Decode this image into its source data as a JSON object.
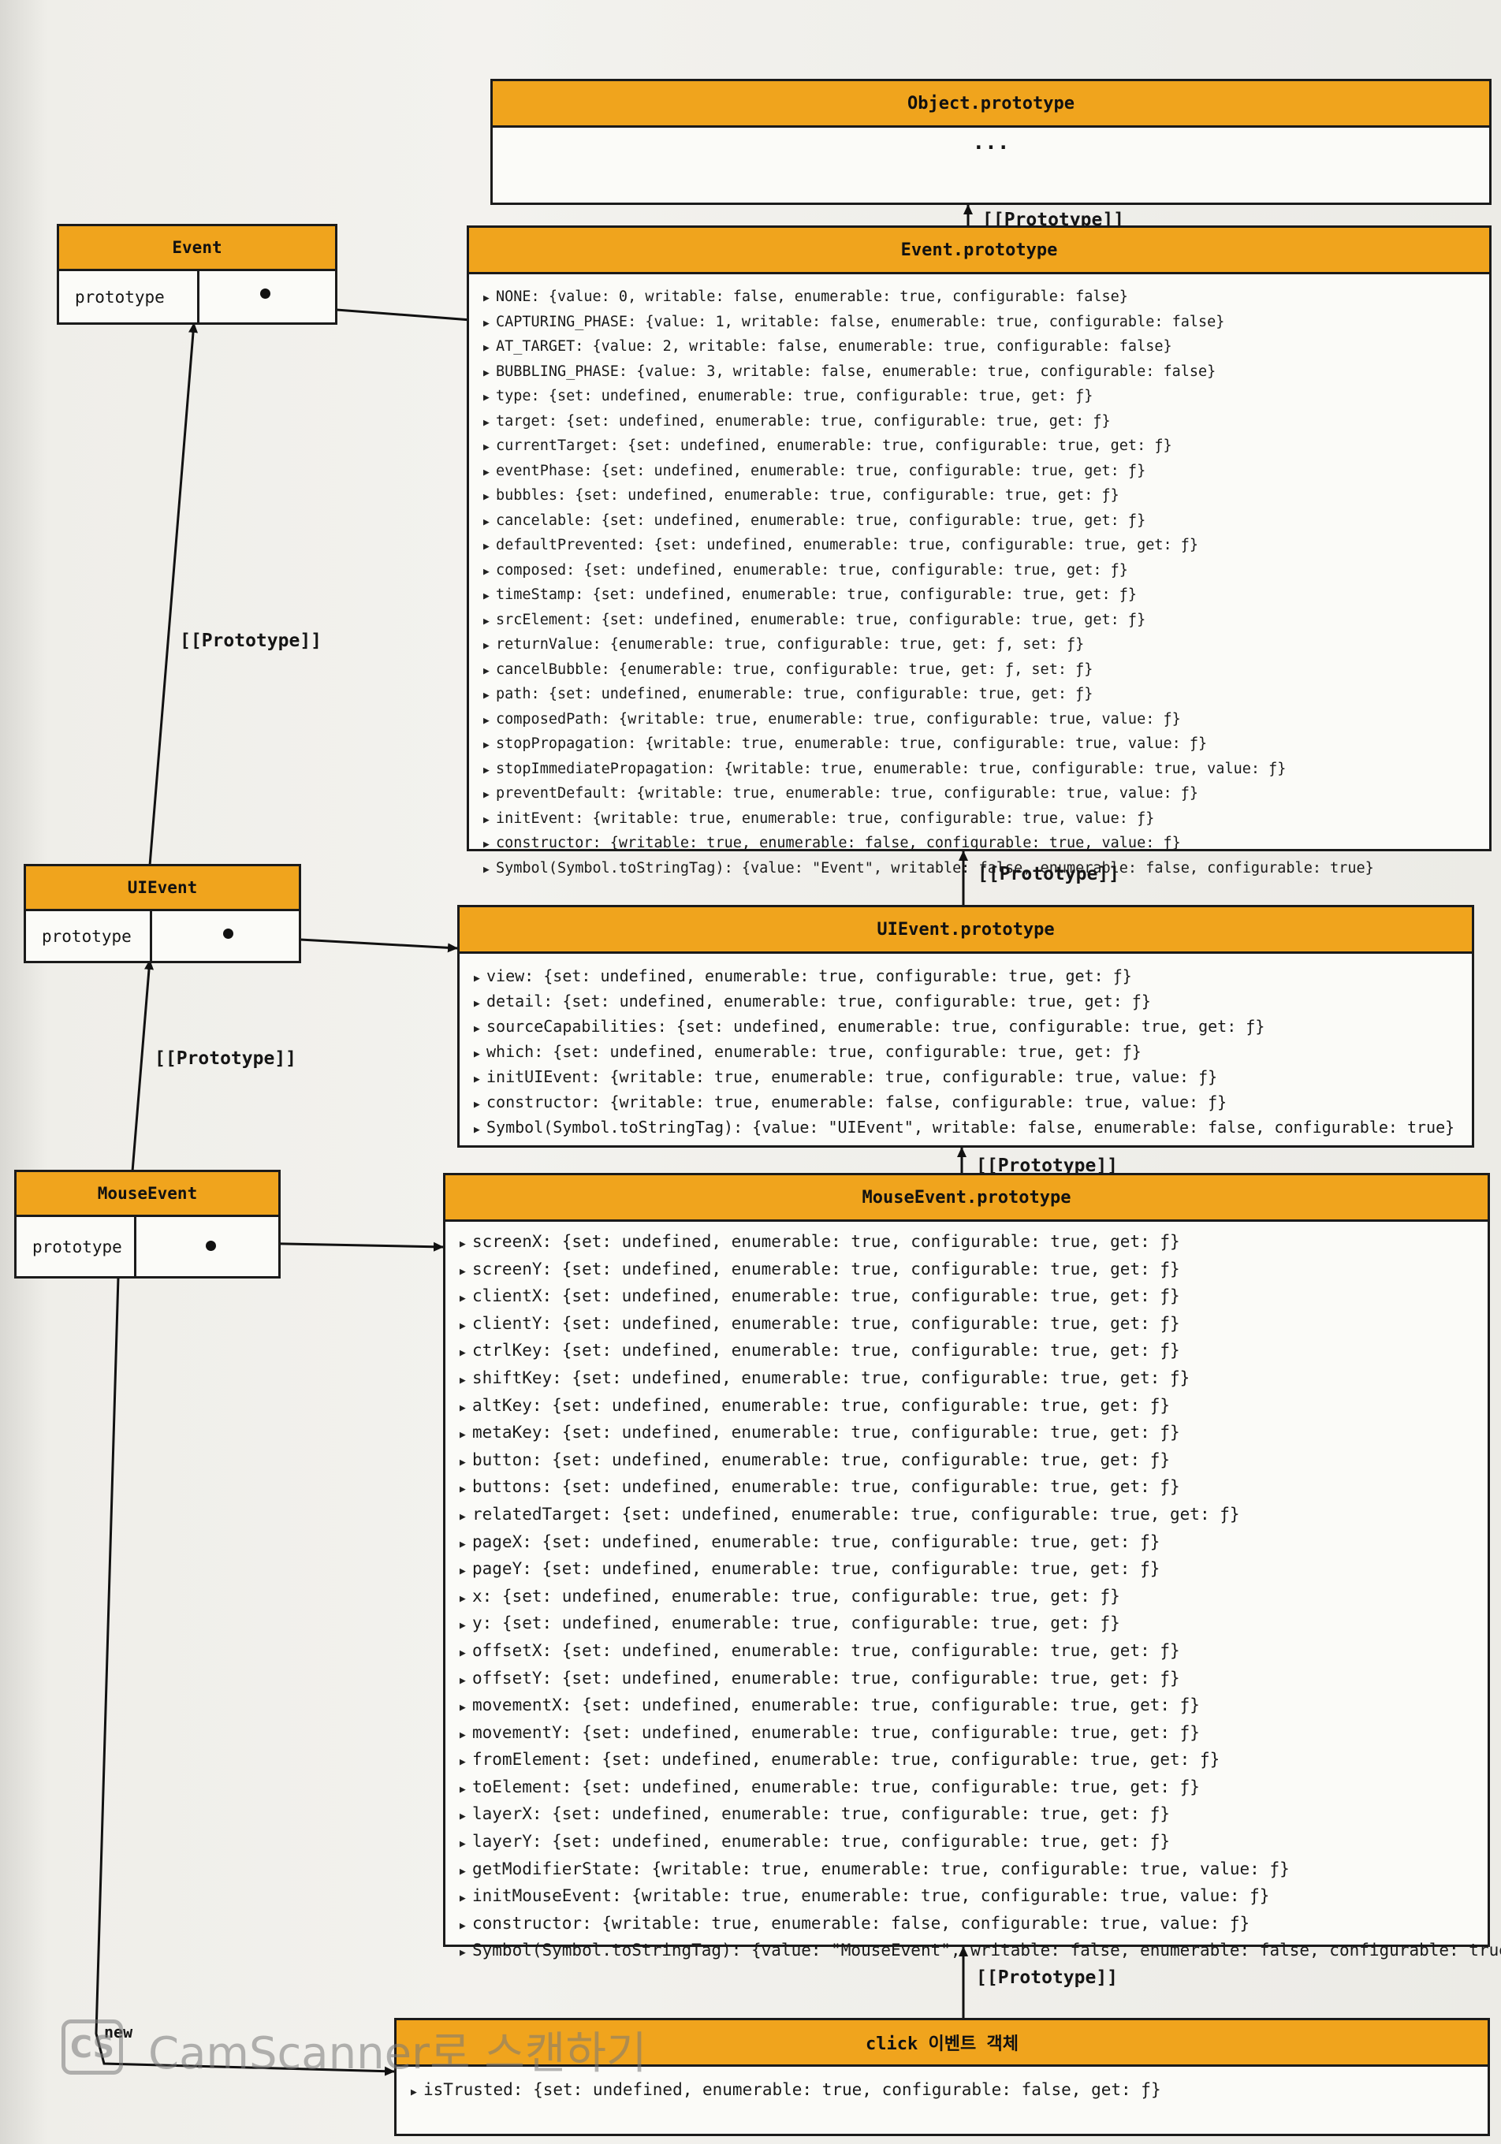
{
  "object_prototype": {
    "title": "Object.prototype",
    "ellipsis": "..."
  },
  "event_prototype": {
    "title": "Event.prototype",
    "props": [
      "NONE: {value: 0, writable: false, enumerable: true, configurable: false}",
      "CAPTURING_PHASE: {value: 1, writable: false, enumerable: true, configurable: false}",
      "AT_TARGET: {value: 2, writable: false, enumerable: true, configurable: false}",
      "BUBBLING_PHASE: {value: 3, writable: false, enumerable: true, configurable: false}",
      "type: {set: undefined, enumerable: true, configurable: true, get: ƒ}",
      "target: {set: undefined, enumerable: true, configurable: true, get: ƒ}",
      "currentTarget: {set: undefined, enumerable: true, configurable: true, get: ƒ}",
      "eventPhase: {set: undefined, enumerable: true, configurable: true, get: ƒ}",
      "bubbles: {set: undefined, enumerable: true, configurable: true, get: ƒ}",
      "cancelable: {set: undefined, enumerable: true, configurable: true, get: ƒ}",
      "defaultPrevented: {set: undefined, enumerable: true, configurable: true, get: ƒ}",
      "composed: {set: undefined, enumerable: true, configurable: true, get: ƒ}",
      "timeStamp: {set: undefined, enumerable: true, configurable: true, get: ƒ}",
      "srcElement: {set: undefined, enumerable: true, configurable: true, get: ƒ}",
      "returnValue: {enumerable: true, configurable: true, get: ƒ, set: ƒ}",
      "cancelBubble: {enumerable: true, configurable: true, get: ƒ, set: ƒ}",
      "path: {set: undefined, enumerable: true, configurable: true, get: ƒ}",
      "composedPath: {writable: true, enumerable: true, configurable: true, value: ƒ}",
      "stopPropagation: {writable: true, enumerable: true, configurable: true, value: ƒ}",
      "stopImmediatePropagation: {writable: true, enumerable: true, configurable: true, value: ƒ}",
      "preventDefault: {writable: true, enumerable: true, configurable: true, value: ƒ}",
      "initEvent: {writable: true, enumerable: true, configurable: true, value: ƒ}",
      "constructor: {writable: true, enumerable: false, configurable: true, value: ƒ}",
      "Symbol(Symbol.toStringTag): {value: \"Event\", writable: false, enumerable: false, configurable: true}"
    ]
  },
  "uievent_prototype": {
    "title": "UIEvent.prototype",
    "props": [
      "view: {set: undefined, enumerable: true, configurable: true, get: ƒ}",
      "detail: {set: undefined, enumerable: true, configurable: true, get: ƒ}",
      "sourceCapabilities: {set: undefined, enumerable: true, configurable: true, get: ƒ}",
      "which: {set: undefined, enumerable: true, configurable: true, get: ƒ}",
      "initUIEvent: {writable: true, enumerable: true, configurable: true, value: ƒ}",
      "constructor: {writable: true, enumerable: false, configurable: true, value: ƒ}",
      "Symbol(Symbol.toStringTag): {value: \"UIEvent\", writable: false, enumerable: false, configurable: true}"
    ]
  },
  "mouseevent_prototype": {
    "title": "MouseEvent.prototype",
    "props": [
      "screenX: {set: undefined, enumerable: true, configurable: true, get: ƒ}",
      "screenY: {set: undefined, enumerable: true, configurable: true, get: ƒ}",
      "clientX: {set: undefined, enumerable: true, configurable: true, get: ƒ}",
      "clientY: {set: undefined, enumerable: true, configurable: true, get: ƒ}",
      "ctrlKey: {set: undefined, enumerable: true, configurable: true, get: ƒ}",
      "shiftKey: {set: undefined, enumerable: true, configurable: true, get: ƒ}",
      "altKey: {set: undefined, enumerable: true, configurable: true, get: ƒ}",
      "metaKey: {set: undefined, enumerable: true, configurable: true, get: ƒ}",
      "button: {set: undefined, enumerable: true, configurable: true, get: ƒ}",
      "buttons: {set: undefined, enumerable: true, configurable: true, get: ƒ}",
      "relatedTarget: {set: undefined, enumerable: true, configurable: true, get: ƒ}",
      "pageX: {set: undefined, enumerable: true, configurable: true, get: ƒ}",
      "pageY: {set: undefined, enumerable: true, configurable: true, get: ƒ}",
      "x: {set: undefined, enumerable: true, configurable: true, get: ƒ}",
      "y: {set: undefined, enumerable: true, configurable: true, get: ƒ}",
      "offsetX: {set: undefined, enumerable: true, configurable: true, get: ƒ}",
      "offsetY: {set: undefined, enumerable: true, configurable: true, get: ƒ}",
      "movementX: {set: undefined, enumerable: true, configurable: true, get: ƒ}",
      "movementY: {set: undefined, enumerable: true, configurable: true, get: ƒ}",
      "fromElement: {set: undefined, enumerable: true, configurable: true, get: ƒ}",
      "toElement: {set: undefined, enumerable: true, configurable: true, get: ƒ}",
      "layerX: {set: undefined, enumerable: true, configurable: true, get: ƒ}",
      "layerY: {set: undefined, enumerable: true, configurable: true, get: ƒ}",
      "getModifierState: {writable: true, enumerable: true, configurable: true, value: ƒ}",
      "initMouseEvent: {writable: true, enumerable: true, configurable: true, value: ƒ}",
      "constructor: {writable: true, enumerable: false, configurable: true, value: ƒ}",
      "Symbol(Symbol.toStringTag): {value: \"MouseEvent\", writable: false, enumerable: false, configurable: true}"
    ]
  },
  "click_object": {
    "title": "click 이벤트 객체",
    "props": [
      "isTrusted: {set: undefined, enumerable: true, configurable: false, get: ƒ}"
    ]
  },
  "constructors": {
    "event": {
      "title": "Event",
      "prop": "prototype"
    },
    "uievent": {
      "title": "UIEvent",
      "prop": "prototype"
    },
    "mouseevent": {
      "title": "MouseEvent",
      "prop": "prototype"
    }
  },
  "labels": {
    "proto_link": "[[Prototype]]",
    "new": "new"
  },
  "watermark": {
    "logo": "CS",
    "text": "CamScanner로 스캔하기"
  },
  "colors": {
    "header": "#f0a41d",
    "border": "#1b1b1b",
    "paper": "#fbfbf8"
  }
}
